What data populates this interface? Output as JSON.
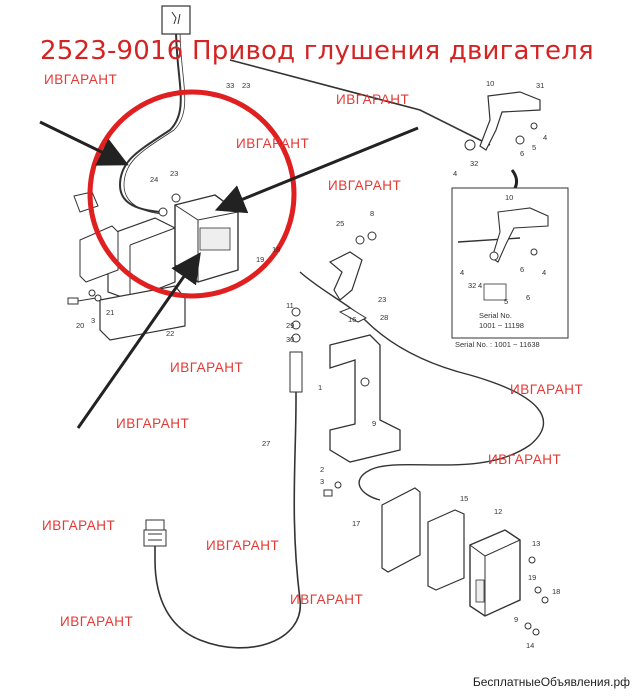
{
  "title": "2523-9016 Привод глушения двигателя",
  "watermark_text": "ИВГАРАНТ",
  "footer": "БесплатныеОбъявления.рф",
  "inset": {
    "serial_label": "Serial No.",
    "serial_range": "1001 ~ 11198",
    "bottom_serial": "Serial No. : 1001 ~ 11638"
  },
  "callouts": [
    "33",
    "23",
    "10",
    "31",
    "4",
    "6",
    "5",
    "32",
    "4",
    "24",
    "23",
    "25",
    "8",
    "6",
    "10",
    "4",
    "6",
    "4",
    "32",
    "4",
    "5",
    "19",
    "18",
    "20",
    "3",
    "21",
    "22",
    "23",
    "28",
    "11",
    "29",
    "30",
    "1",
    "9",
    "27",
    "2",
    "3",
    "17",
    "15",
    "12",
    "13",
    "19",
    "18",
    "9",
    "14",
    "16"
  ],
  "colors": {
    "title": "#d42323",
    "watermark": "#e53935",
    "highlight_circle": "#e02020",
    "line": "#333333"
  }
}
